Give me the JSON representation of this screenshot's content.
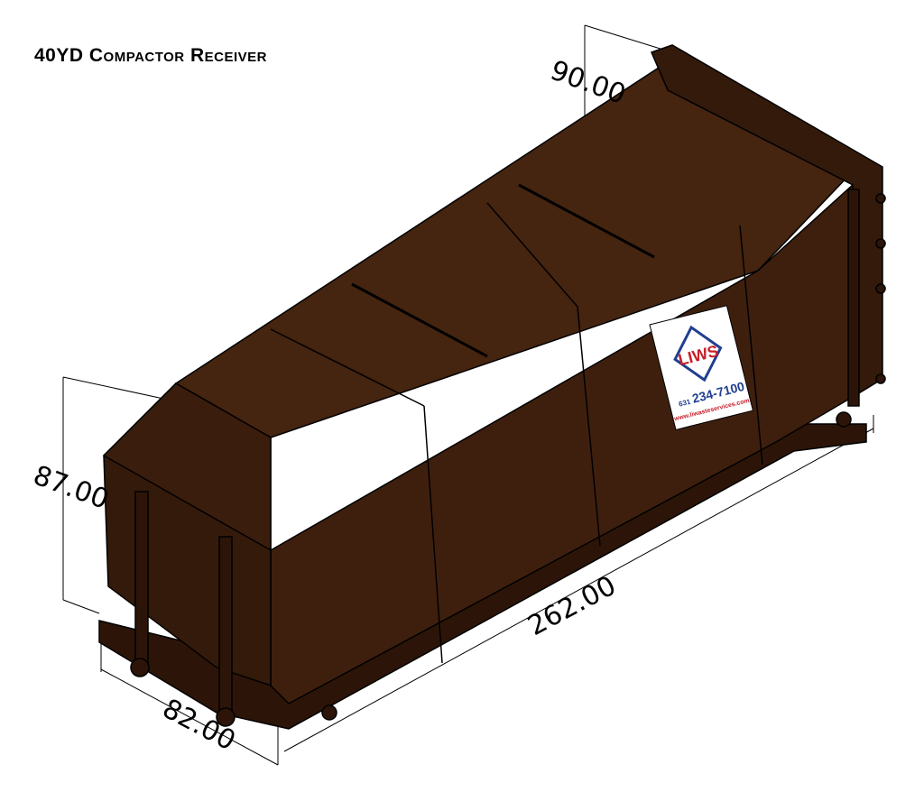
{
  "title": "40YD Compactor Receiver",
  "dimensions": {
    "height_rear": "90.00",
    "height_front": "87.00",
    "length": "262.00",
    "width": "82.00"
  },
  "logo": {
    "brand": "LIWS",
    "area_code": "631",
    "phone": "234-7100",
    "website": "www.liwasteservices.com"
  },
  "colors": {
    "body": "#3e1f0e",
    "body_dark": "#2c1508",
    "outline": "#000000",
    "logo_blue": "#1f3f8f",
    "logo_red": "#c8202a"
  }
}
